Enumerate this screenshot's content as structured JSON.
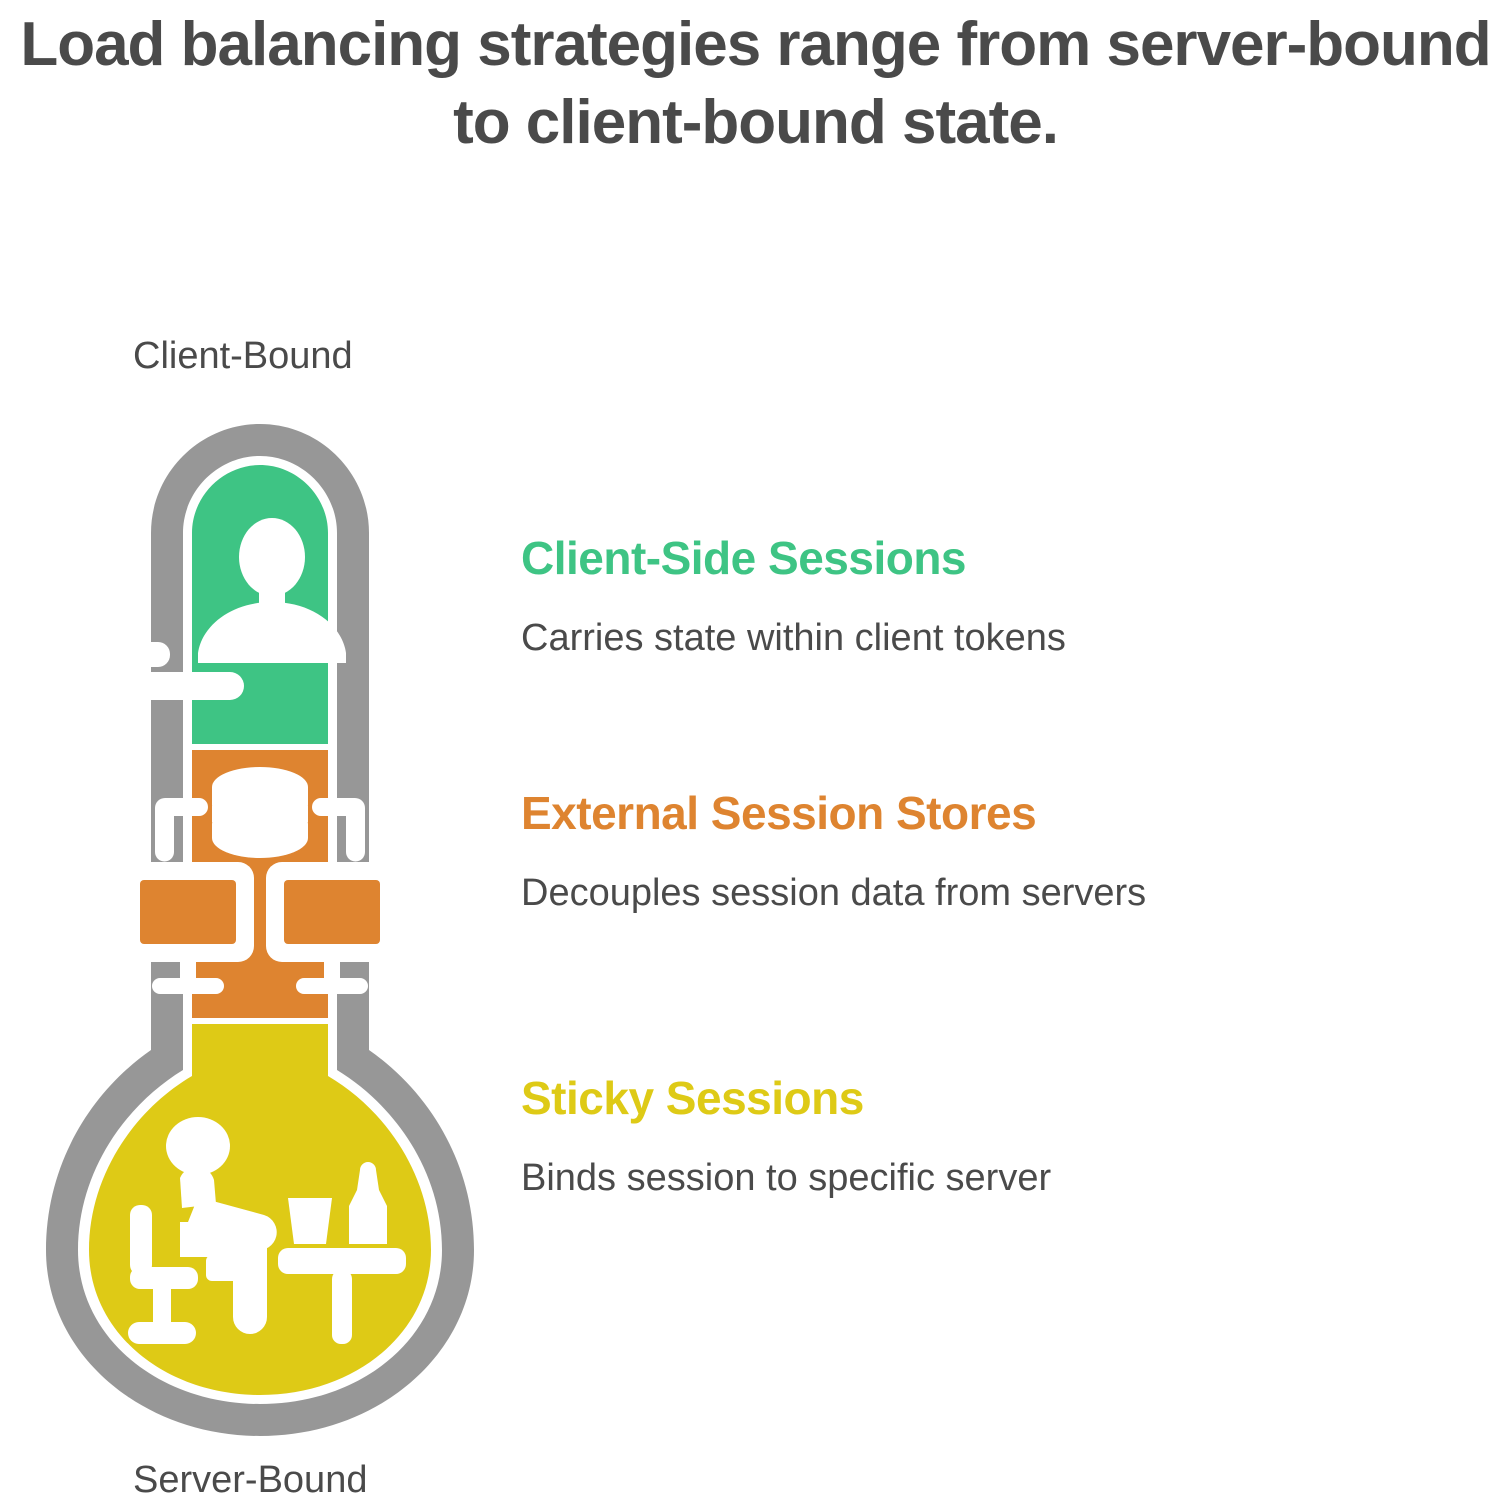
{
  "title": "Load balancing strategies range from server-bound to client-bound state.",
  "scale": {
    "top_label": "Client-Bound",
    "bottom_label": "Server-Bound"
  },
  "colors": {
    "green": "#3EC484",
    "orange": "#DE8430",
    "yellow": "#DECA16",
    "outline": "#979797",
    "text": "#4a4a4a",
    "background": "#ffffff",
    "icon": "#ffffff"
  },
  "segments": [
    {
      "key": "client-side-sessions",
      "title": "Client-Side Sessions",
      "desc": "Carries state within client tokens",
      "color": "#3EC484",
      "icon": "person-with-card-icon"
    },
    {
      "key": "external-session-stores",
      "title": "External Session Stores",
      "desc": "Decouples session data from servers",
      "color": "#DE8430",
      "icon": "database-network-icon"
    },
    {
      "key": "sticky-sessions",
      "title": "Sticky Sessions",
      "desc": "Binds session to specific server",
      "color": "#DECA16",
      "icon": "person-at-table-icon"
    }
  ]
}
